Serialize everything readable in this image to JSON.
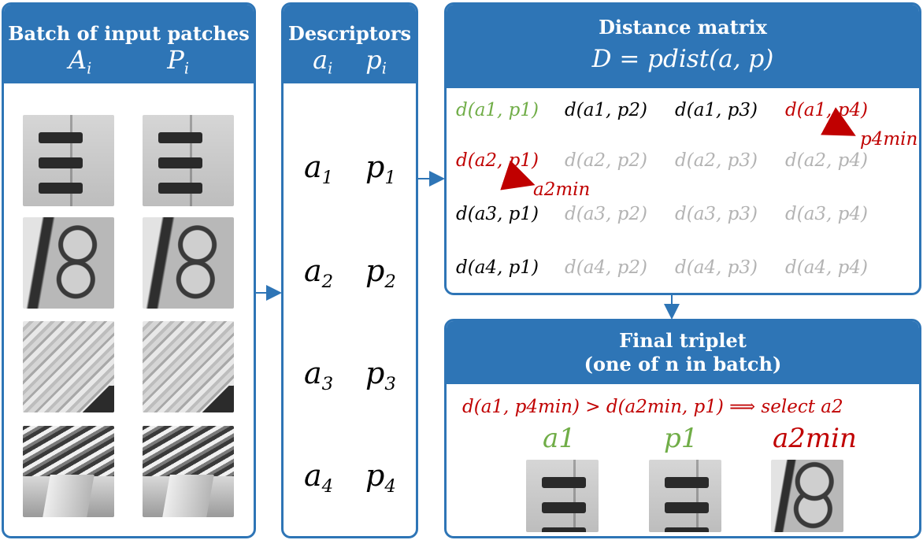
{
  "panels": {
    "batch": {
      "title": "Batch of input patches",
      "col_a": "A",
      "col_a_sub": "i",
      "col_p": "P",
      "col_p_sub": "i"
    },
    "descriptors": {
      "title": "Descriptors",
      "col_a": "a",
      "col_a_sub": "i",
      "col_p": "p",
      "col_p_sub": "i",
      "rows": [
        {
          "a": "a",
          "a_sub": "1",
          "p": "p",
          "p_sub": "1"
        },
        {
          "a": "a",
          "a_sub": "2",
          "p": "p",
          "p_sub": "2"
        },
        {
          "a": "a",
          "a_sub": "3",
          "p": "p",
          "p_sub": "3"
        },
        {
          "a": "a",
          "a_sub": "4",
          "p": "p",
          "p_sub": "4"
        }
      ]
    },
    "distance": {
      "title": "Distance matrix",
      "formula": "D = pdist(a, p)",
      "rows": [
        [
          "d(a1, p1)",
          "d(a1, p2)",
          "d(a1, p3)",
          "d(a1, p4)"
        ],
        [
          "d(a2, p1)",
          "d(a2, p2)",
          "d(a2, p3)",
          "d(a2, p4)"
        ],
        [
          "d(a3, p1)",
          "d(a3, p2)",
          "d(a3, p3)",
          "d(a3, p4)"
        ],
        [
          "d(a4, p1)",
          "d(a4, p2)",
          "d(a4, p3)",
          "d(a4, p4)"
        ]
      ],
      "annotations": {
        "p4min": "p4min",
        "a2min": "a2min"
      }
    },
    "final": {
      "title_line1": "Final triplet",
      "title_line2": "(one of n in batch)",
      "expression": "d(a1, p4min) > d(a2min, p1) ⟹ select a2",
      "labels": [
        "a1",
        "p1",
        "a2min"
      ]
    }
  },
  "colors": {
    "panel_blue": "#2e75b6",
    "positive_green": "#70ad47",
    "negative_red": "#c00000",
    "inactive_gray": "#b3b3b3"
  }
}
